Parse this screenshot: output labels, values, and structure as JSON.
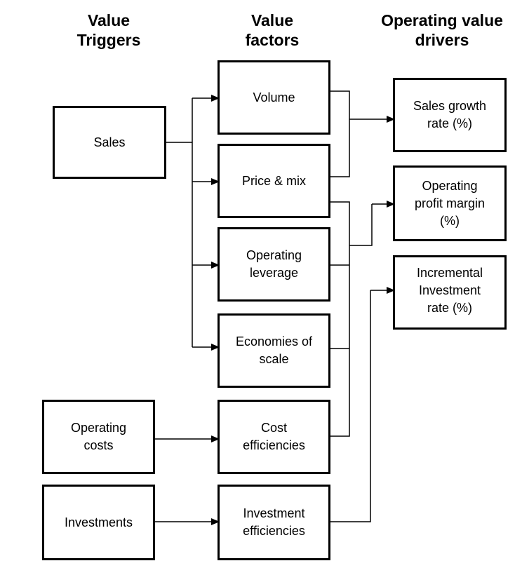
{
  "headers": {
    "triggers": [
      "Value",
      "Triggers"
    ],
    "factors": [
      "Value",
      "factors"
    ],
    "drivers": [
      "Operating value",
      "drivers"
    ]
  },
  "triggers": {
    "sales": [
      "Sales"
    ],
    "operating_costs": [
      "Operating",
      "costs"
    ],
    "investments": [
      "Investments"
    ]
  },
  "factors": {
    "volume": [
      "Volume"
    ],
    "price_mix": [
      "Price & mix"
    ],
    "operating_leverage": [
      "Operating",
      "leverage"
    ],
    "economies_of_scale": [
      "Economies of",
      "scale"
    ],
    "cost_efficiencies": [
      "Cost",
      "efficiencies"
    ],
    "investment_efficiencies": [
      "Investment",
      "efficiencies"
    ]
  },
  "drivers": {
    "sales_growth": [
      "Sales growth",
      "rate (%)"
    ],
    "operating_margin": [
      "Operating",
      "profit margin",
      "(%)"
    ],
    "incremental_investment": [
      "Incremental",
      "Investment",
      "rate (%)"
    ]
  }
}
